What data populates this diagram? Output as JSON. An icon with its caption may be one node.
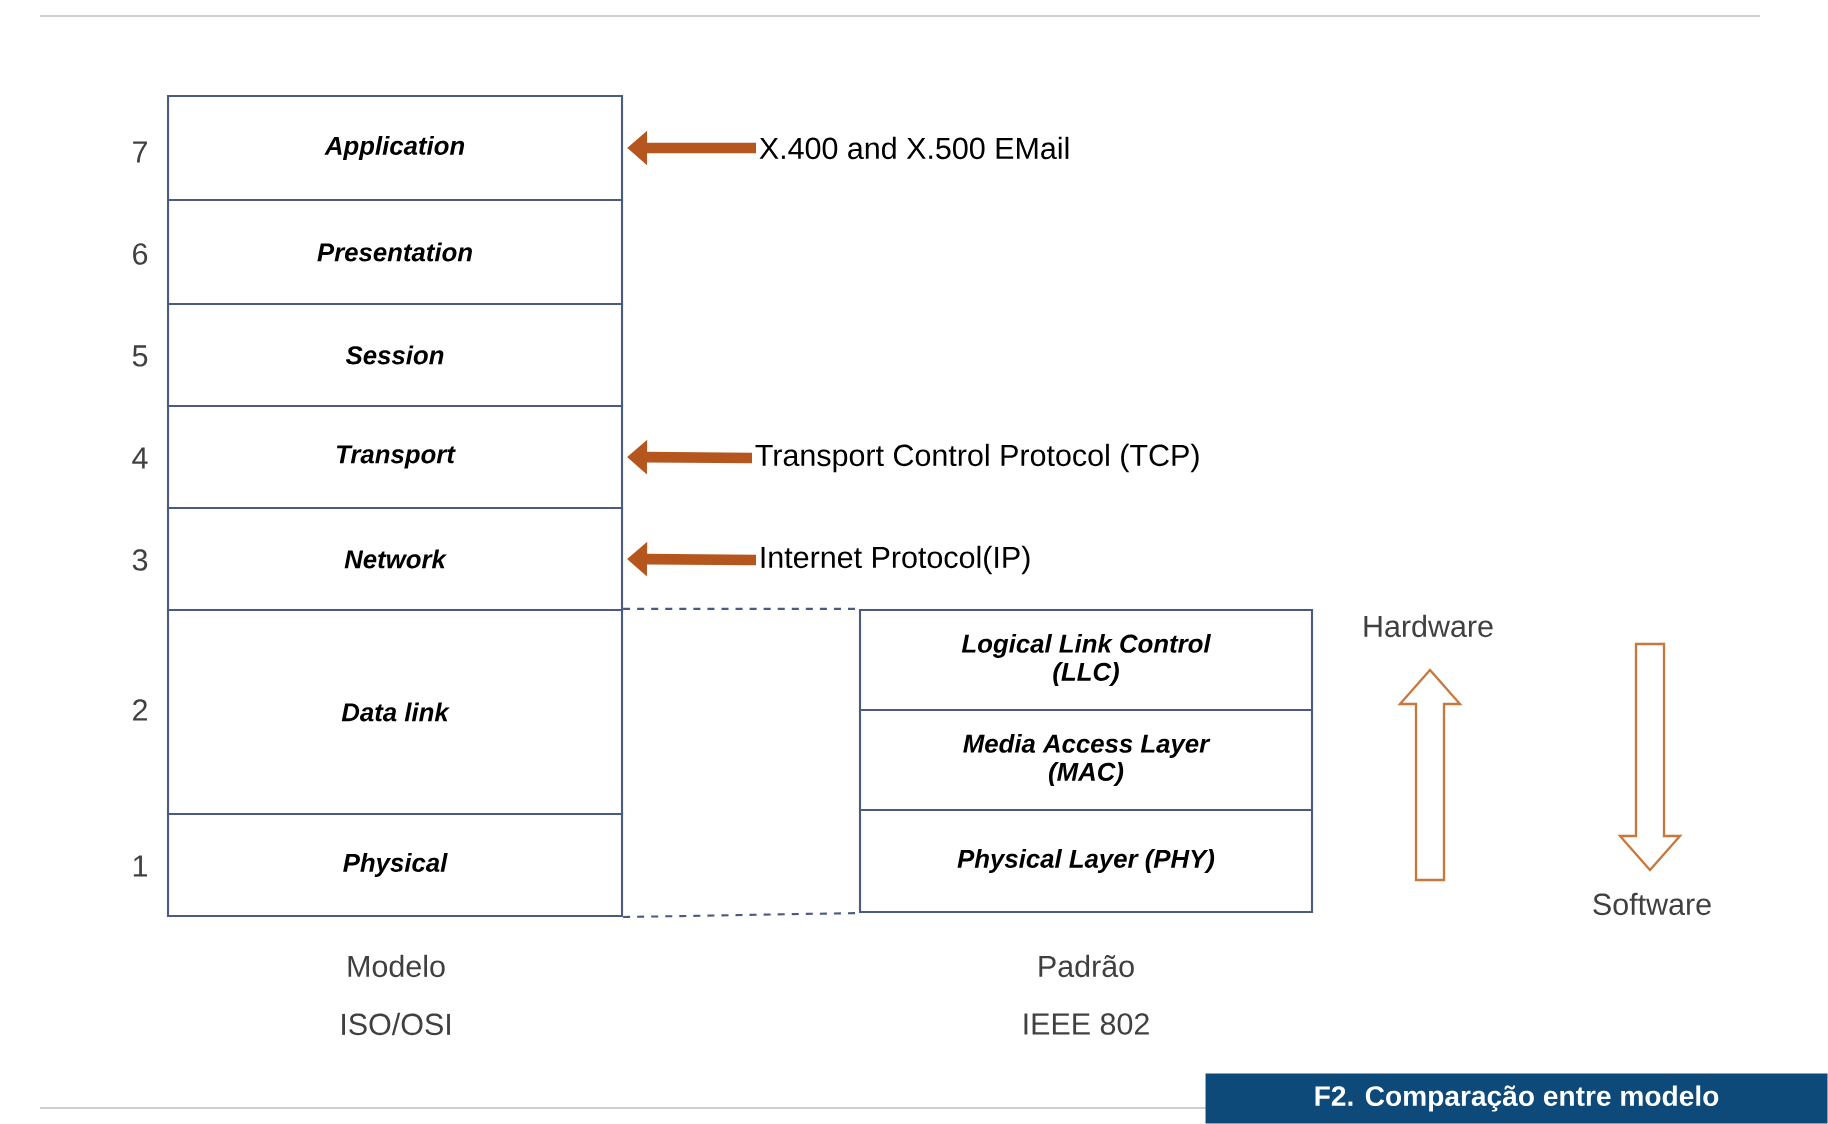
{
  "diagram": {
    "caption": "F2. Comparação entre modelo",
    "nodes": [
      {
        "text": [
          "Application"
        ]
      },
      {
        "text": [
          "Presentation"
        ]
      },
      {
        "text": [
          "Session"
        ]
      },
      {
        "text": [
          "Transport"
        ]
      },
      {
        "text": [
          "Network"
        ]
      },
      {
        "text": [
          "Data link"
        ]
      },
      {
        "text": [
          "Physical"
        ]
      },
      {
        "text": [
          "Logical Link Control (LLC)"
        ]
      },
      {
        "text": [
          "Media Access Layer (MAC)"
        ]
      },
      {
        "text": [
          "Physical Layer (PHY)"
        ]
      },
      {
        "text": [
          "X.400 and X.500 EMail"
        ]
      },
      {
        "text": [
          "Transport Control Protocol (TCP)"
        ]
      },
      {
        "text": [
          "Internet Protocol(IP)"
        ]
      }
    ],
    "edges": [
      {
        "from": 10,
        "to": 0,
        "arrow": "to"
      },
      {
        "from": 11,
        "to": 3,
        "arrow": "to"
      },
      {
        "from": 12,
        "to": 4,
        "arrow": "to"
      },
      {
        "from": 5,
        "to": 7,
        "arrow": "none",
        "style": "dashed",
        "color": "#4a5a80"
      },
      {
        "from": 6,
        "to": 9,
        "arrow": "none",
        "style": "dashed",
        "color": "#4a5a80"
      }
    ],
    "labels": [
      "7",
      "6",
      "5",
      "4",
      "3",
      "2",
      "1",
      "Hardware",
      "Software",
      "Modelo",
      "ISO/OSI",
      "Padrão",
      "IEEE 802"
    ]
  }
}
